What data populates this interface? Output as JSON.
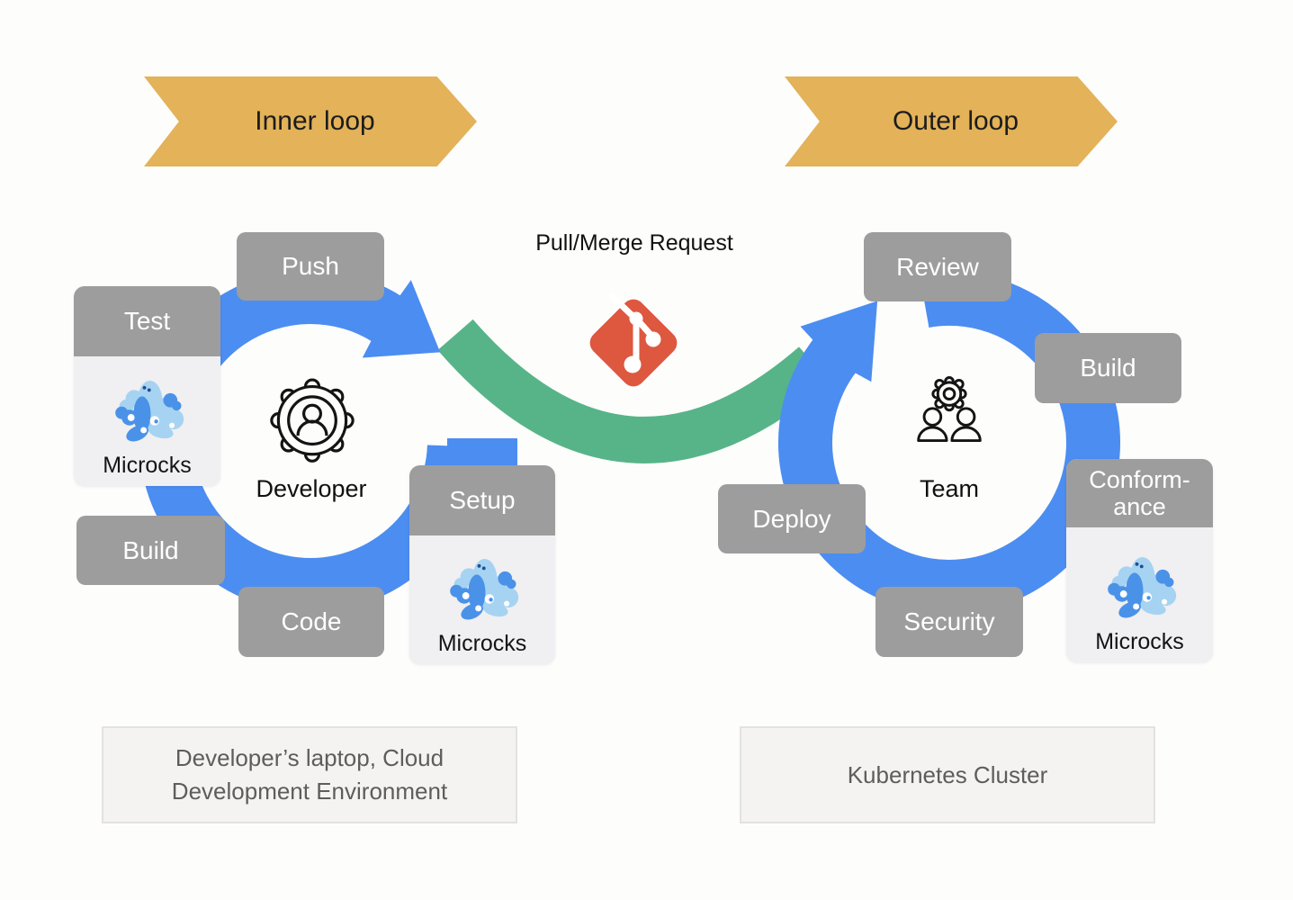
{
  "banners": {
    "inner": "Inner loop",
    "outer": "Outer loop"
  },
  "git": {
    "label": "Pull/Merge Request"
  },
  "labels": {
    "microcks": "Microcks"
  },
  "inner_loop": {
    "actor": "Developer",
    "steps": {
      "push": "Push",
      "test": "Test",
      "build": "Build",
      "code": "Code",
      "setup": "Setup"
    },
    "environment": "Developer’s laptop, Cloud Development Environment"
  },
  "outer_loop": {
    "actor": "Team",
    "steps": {
      "review": "Review",
      "build": "Build",
      "conformance_line1": "Conform-",
      "conformance_line2": "ance",
      "security": "Security",
      "deploy": "Deploy"
    },
    "environment": "Kubernetes Cluster"
  },
  "colors": {
    "loop_blue": "#4c8df1",
    "connector_green": "#57b488",
    "banner_gold": "#e3b259",
    "git_orange": "#de573f",
    "label_gray": "#9d9d9d"
  },
  "icons": {
    "developer": "gear-person-icon",
    "team": "team-gear-icon",
    "git": "git-branch-icon",
    "microcks": "microcks-mascot-logo"
  }
}
